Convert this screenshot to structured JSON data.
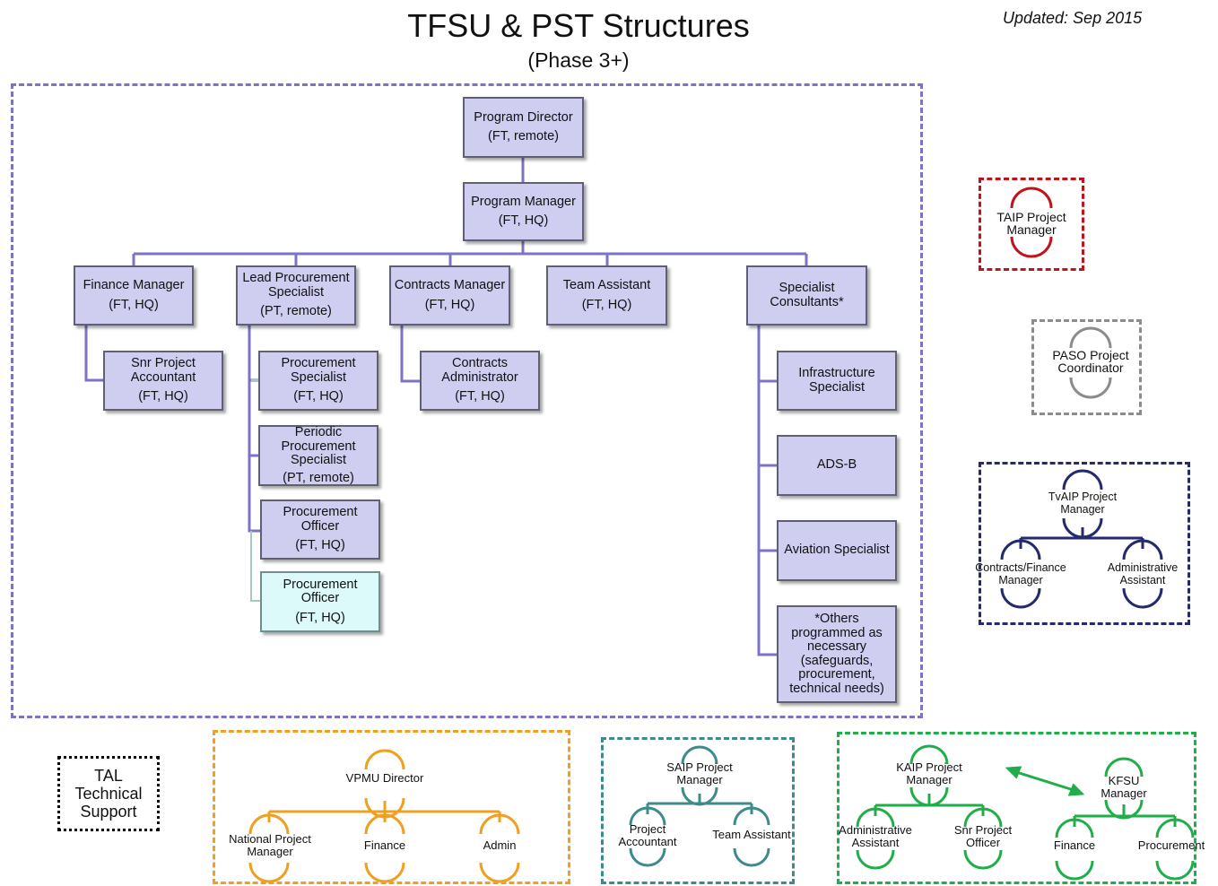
{
  "header": {
    "title": "TFSU & PST Structures",
    "subtitle": "(Phase 3+)",
    "updated": "Updated:  Sep 2015"
  },
  "main": {
    "program_director": {
      "title": "Program Director",
      "detail": "(FT, remote)"
    },
    "program_manager": {
      "title": "Program Manager",
      "detail": "(FT, HQ)"
    },
    "finance_manager": {
      "title": "Finance Manager",
      "detail": "(FT, HQ)"
    },
    "snr_project_accountant": {
      "title": "Snr Project Accountant",
      "detail": "(FT, HQ)"
    },
    "lead_procurement": {
      "title": "Lead Procurement Specialist",
      "detail": "(PT, remote)"
    },
    "procurement_specialist": {
      "title": "Procurement Specialist",
      "detail": "(FT, HQ)"
    },
    "periodic_procurement": {
      "title": "Periodic Procurement Specialist",
      "detail": "(PT, remote)"
    },
    "procurement_officer_1": {
      "title": "Procurement Officer",
      "detail": "(FT, HQ)"
    },
    "procurement_officer_2": {
      "title": "Procurement Officer",
      "detail": "(FT, HQ)"
    },
    "contracts_manager": {
      "title": "Contracts Manager",
      "detail": "(FT, HQ)"
    },
    "contracts_administrator": {
      "title": "Contracts Administrator",
      "detail": "(FT, HQ)"
    },
    "team_assistant": {
      "title": "Team Assistant",
      "detail": "(FT, HQ)"
    },
    "specialist_consultants": {
      "title": "Specialist Consultants*"
    },
    "infrastructure_specialist": {
      "title": "Infrastructure Specialist"
    },
    "ads_b": {
      "title": "ADS-B"
    },
    "aviation_specialist": {
      "title": "Aviation Specialist"
    },
    "others": {
      "title": "*Others programmed as necessary (safeguards, procurement, technical needs)"
    }
  },
  "side": {
    "taip": "TAIP Project Manager",
    "paso": "PASO Project Coordinator",
    "tvaip": {
      "head": "TvAIP Project Manager",
      "left": "Contracts/Finance Manager",
      "right": "Administrative Assistant"
    }
  },
  "bottom": {
    "tal": "TAL Technical Support",
    "vpmu": {
      "head": "VPMU Director",
      "items": [
        "National Project Manager",
        "Finance",
        "Admin"
      ]
    },
    "saip": {
      "head": "SAIP Project Manager",
      "items": [
        "Project Accountant",
        "Team Assistant"
      ]
    },
    "kaip": {
      "head": "KAIP Project Manager",
      "items": [
        "Administrative Assistant",
        "Snr Project Officer"
      ]
    },
    "kfsu": {
      "head": "KFSU Manager",
      "items": [
        "Finance",
        "Procurement"
      ]
    }
  },
  "colors": {
    "main_border": "#7b73c8",
    "connector": "#7b73c8",
    "taip": "#c0141c",
    "paso": "#8c8c8c",
    "tvaip": "#232a6e",
    "vpmu": "#f0a020",
    "saip": "#3f8a8a",
    "kaip": "#1fae4a"
  }
}
